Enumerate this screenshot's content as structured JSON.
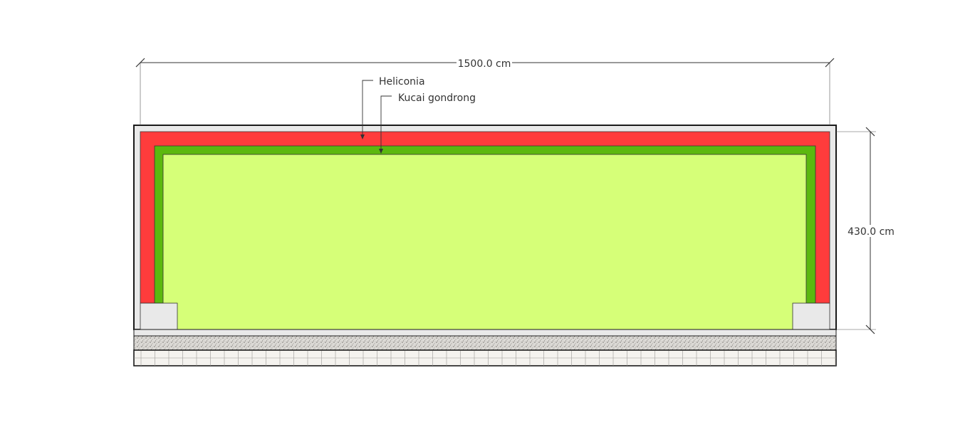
{
  "dimensions": {
    "width_label": "1500.0 cm",
    "height_label": "430.0 cm"
  },
  "labels": {
    "heliconia": "Heliconia",
    "kucai": "Kucai gondrong"
  },
  "colors": {
    "heliconia": "#ff3c3c",
    "kucai": "#5cb80f",
    "lawn": "#d6ff78",
    "frame": "#e9e9e9",
    "outline": "#1a1a1a",
    "gravel": "#d8d6d3",
    "tile": "#f5f3ef"
  }
}
